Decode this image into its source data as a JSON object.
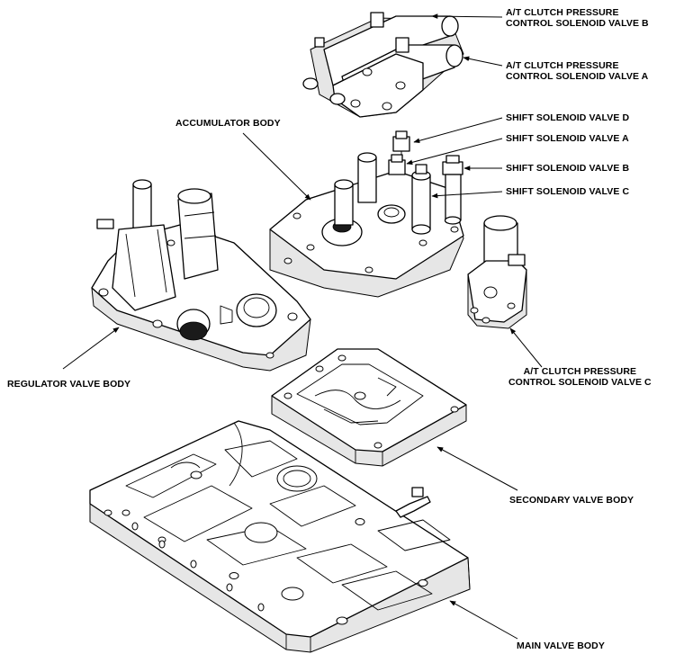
{
  "labels": {
    "valve_b": [
      "A/T CLUTCH PRESSURE",
      "CONTROL SOLENOID VALVE B"
    ],
    "valve_a": [
      "A/T CLUTCH PRESSURE",
      "CONTROL SOLENOID VALVE A"
    ],
    "accumulator": "ACCUMULATOR BODY",
    "shift_d": "SHIFT SOLENOID VALVE D",
    "shift_a": "SHIFT SOLENOID VALVE A",
    "shift_b": "SHIFT SOLENOID VALVE B",
    "shift_c": "SHIFT SOLENOID VALVE C",
    "regulator": "REGULATOR VALVE BODY",
    "valve_c": [
      "A/T CLUTCH PRESSURE",
      "CONTROL SOLENOID VALVE C"
    ],
    "secondary": "SECONDARY VALVE BODY",
    "main": "MAIN VALVE BODY"
  }
}
